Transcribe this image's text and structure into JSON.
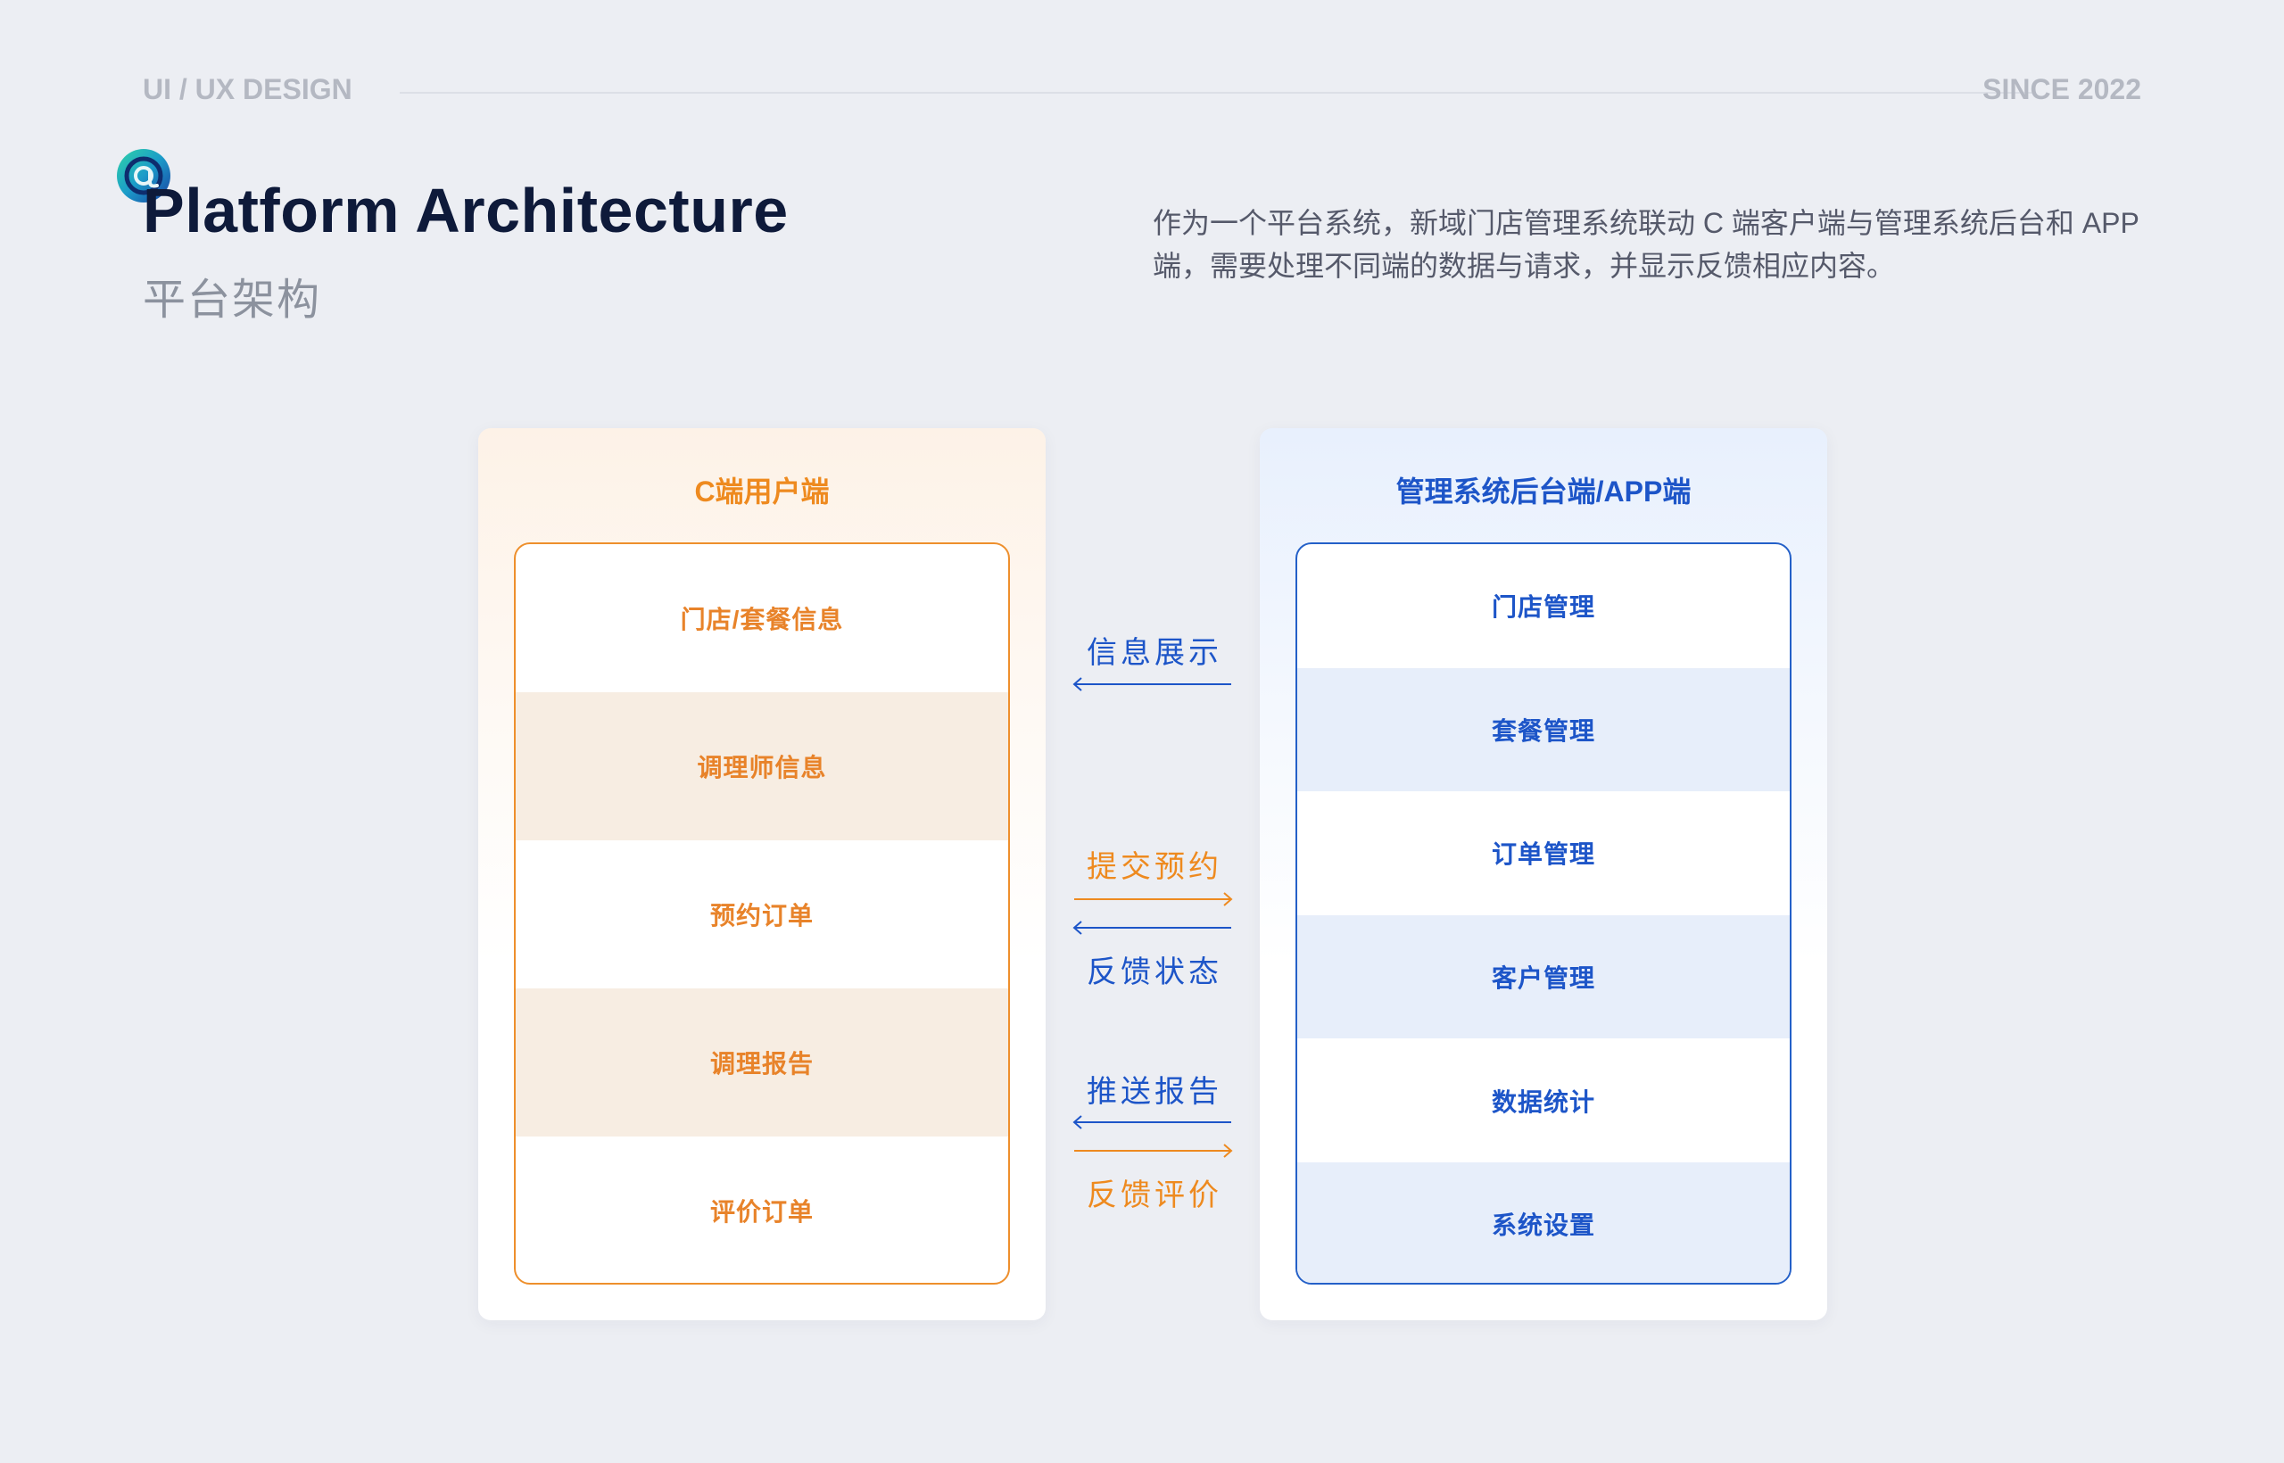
{
  "header": {
    "left_label": "UI / UX DESIGN",
    "right_label": "SINCE 2022"
  },
  "hero": {
    "title": "Platform Architecture",
    "subtitle": "平台架构",
    "description": "作为一个平台系统，新域门店管理系统联动 C 端客户端与管理系统后台和 APP 端，需要处理不同端的数据与请求，并显示反馈相应内容。"
  },
  "left_panel": {
    "title": "C端用户端",
    "items": [
      "门店/套餐信息",
      "调理师信息",
      "预约订单",
      "调理报告",
      "评价订单"
    ]
  },
  "right_panel": {
    "title": "管理系统后台端/APP端",
    "items": [
      "门店管理",
      "套餐管理",
      "订单管理",
      "客户管理",
      "数据统计",
      "系统设置"
    ]
  },
  "flows": {
    "info_display": "信息展示",
    "submit_booking": "提交预约",
    "feedback_status": "反馈状态",
    "push_report": "推送报告",
    "feedback_review": "反馈评价"
  },
  "colors": {
    "background": "#ECEEF3",
    "orange": "#EE8A1F",
    "blue": "#1D55C8",
    "title": "#0E1A3A"
  }
}
